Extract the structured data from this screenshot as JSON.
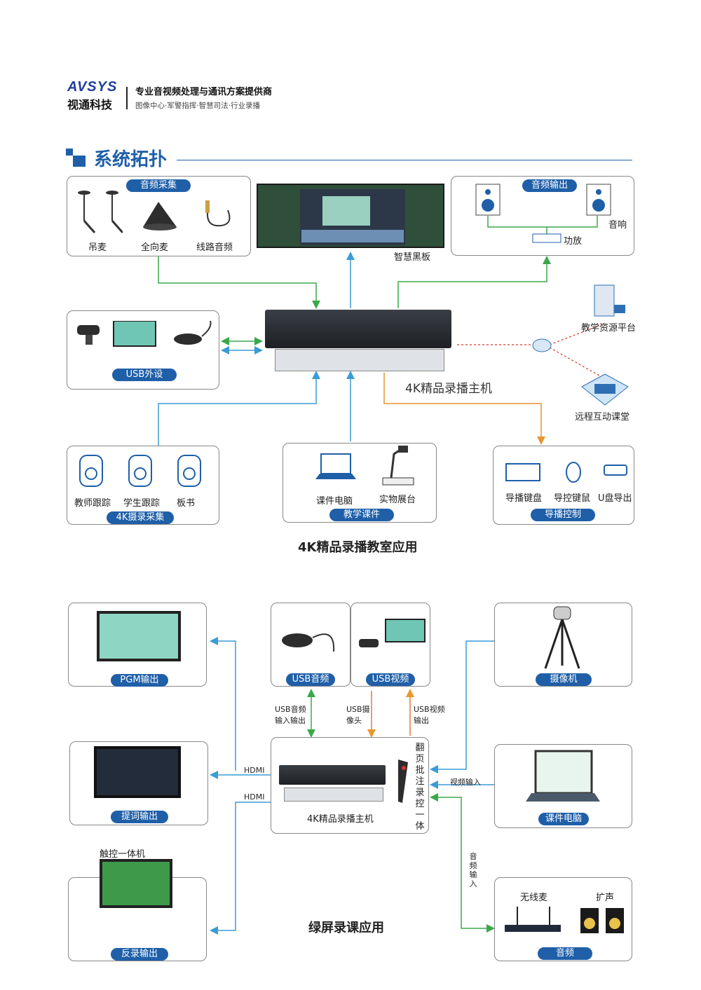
{
  "header": {
    "brand": "AVSYS",
    "brand_cn": "视通科技",
    "tagline": "专业音视频处理与通讯方案提供商",
    "subtagline": "图像中心·军警指挥·智慧司法·行业录播"
  },
  "section_title": "系统拓扑",
  "diagram1": {
    "caption": "4K精品录播教室应用",
    "host_label": "4K精品录播主机",
    "smart_board": "智慧黑板",
    "audio_capture": {
      "title": "音频采集",
      "items": [
        "吊麦",
        "全向麦",
        "线路音频"
      ]
    },
    "audio_output": {
      "title": "音频输出",
      "speaker": "音响",
      "amp": "功放"
    },
    "usb": {
      "title": "USB外设"
    },
    "resource_platform": "教学资源平台",
    "remote_classroom": "远程互动课堂",
    "camera": {
      "title": "4K摄录采集",
      "items": [
        "教师跟踪",
        "学生跟踪",
        "板书"
      ]
    },
    "courseware": {
      "title": "教学课件",
      "items": [
        "课件电脑",
        "实物展台"
      ]
    },
    "director": {
      "title": "导播控制",
      "items": [
        "导播键盘",
        "导控键鼠",
        "U盘导出"
      ]
    }
  },
  "diagram2": {
    "caption": "绿屏录课应用",
    "host_label": "4K精品录播主机",
    "pen_label": "翻页批注录控一体",
    "pgm": "PGM输出",
    "prompter": "提词输出",
    "feedback": "反录输出",
    "touch": "触控一体机",
    "usb_audio": "USB音频",
    "usb_video": "USB视频",
    "camera": "摄像机",
    "pc": "课件电脑",
    "audio": "音频",
    "wireless_mic": "无线麦",
    "loudspeaker": "扩声",
    "hdmi1": "HDMI",
    "hdmi2": "HDMI",
    "usb_audio_io": "USB音频输入输出",
    "usb_cam": "USB摄像头",
    "usb_video_out": "USB视频输出",
    "video_in": "视频输入",
    "audio_in": "音频输入"
  },
  "colors": {
    "accent": "#1f5fa8",
    "green": "#3aa84a",
    "cyan": "#3b9bd5",
    "orange": "#e8962e",
    "red": "#d9342b"
  }
}
